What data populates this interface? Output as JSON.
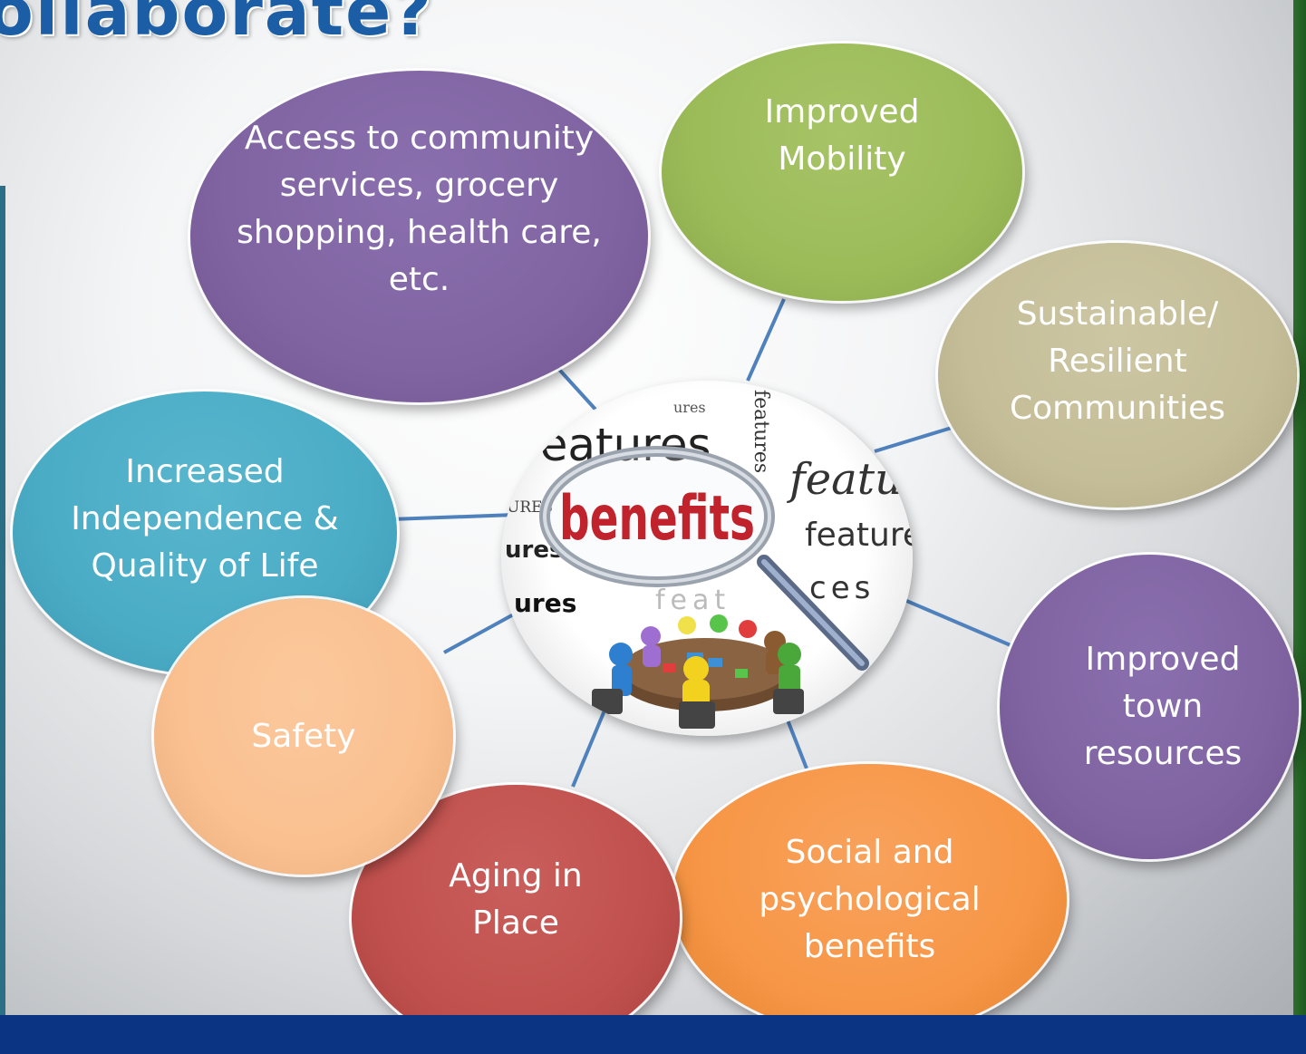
{
  "title": "ollaborate?",
  "center": {
    "main_word": "benefits",
    "words": [
      "features",
      "features",
      "feature",
      "features",
      "ures",
      "ures",
      "ures",
      "URES",
      "ces",
      "feat"
    ]
  },
  "bubbles": [
    {
      "id": "access",
      "text": "Access to community services, grocery shopping, health care, etc.",
      "color": "#8064a2"
    },
    {
      "id": "mobility",
      "text": "Improved Mobility",
      "color": "#9bbb59"
    },
    {
      "id": "sustainable",
      "text": "Sustainable/ Resilient Communities",
      "color": "#c4bd97"
    },
    {
      "id": "town",
      "text": "Improved town resources",
      "color": "#8064a2"
    },
    {
      "id": "social",
      "text": "Social and psychological benefits",
      "color": "#f79646"
    },
    {
      "id": "aging",
      "text": "Aging in Place",
      "color": "#c0504d"
    },
    {
      "id": "safety",
      "text": "Safety",
      "color": "#fac090"
    },
    {
      "id": "independence",
      "text": "Increased Independence & Quality of Life",
      "color": "#4bacc6"
    }
  ],
  "colors": {
    "connector": "#4f81bd",
    "title": "#1b5ea6",
    "footer": "#0b3583",
    "right_bar": "#1d5a1d",
    "main_word": "#c0232b"
  }
}
